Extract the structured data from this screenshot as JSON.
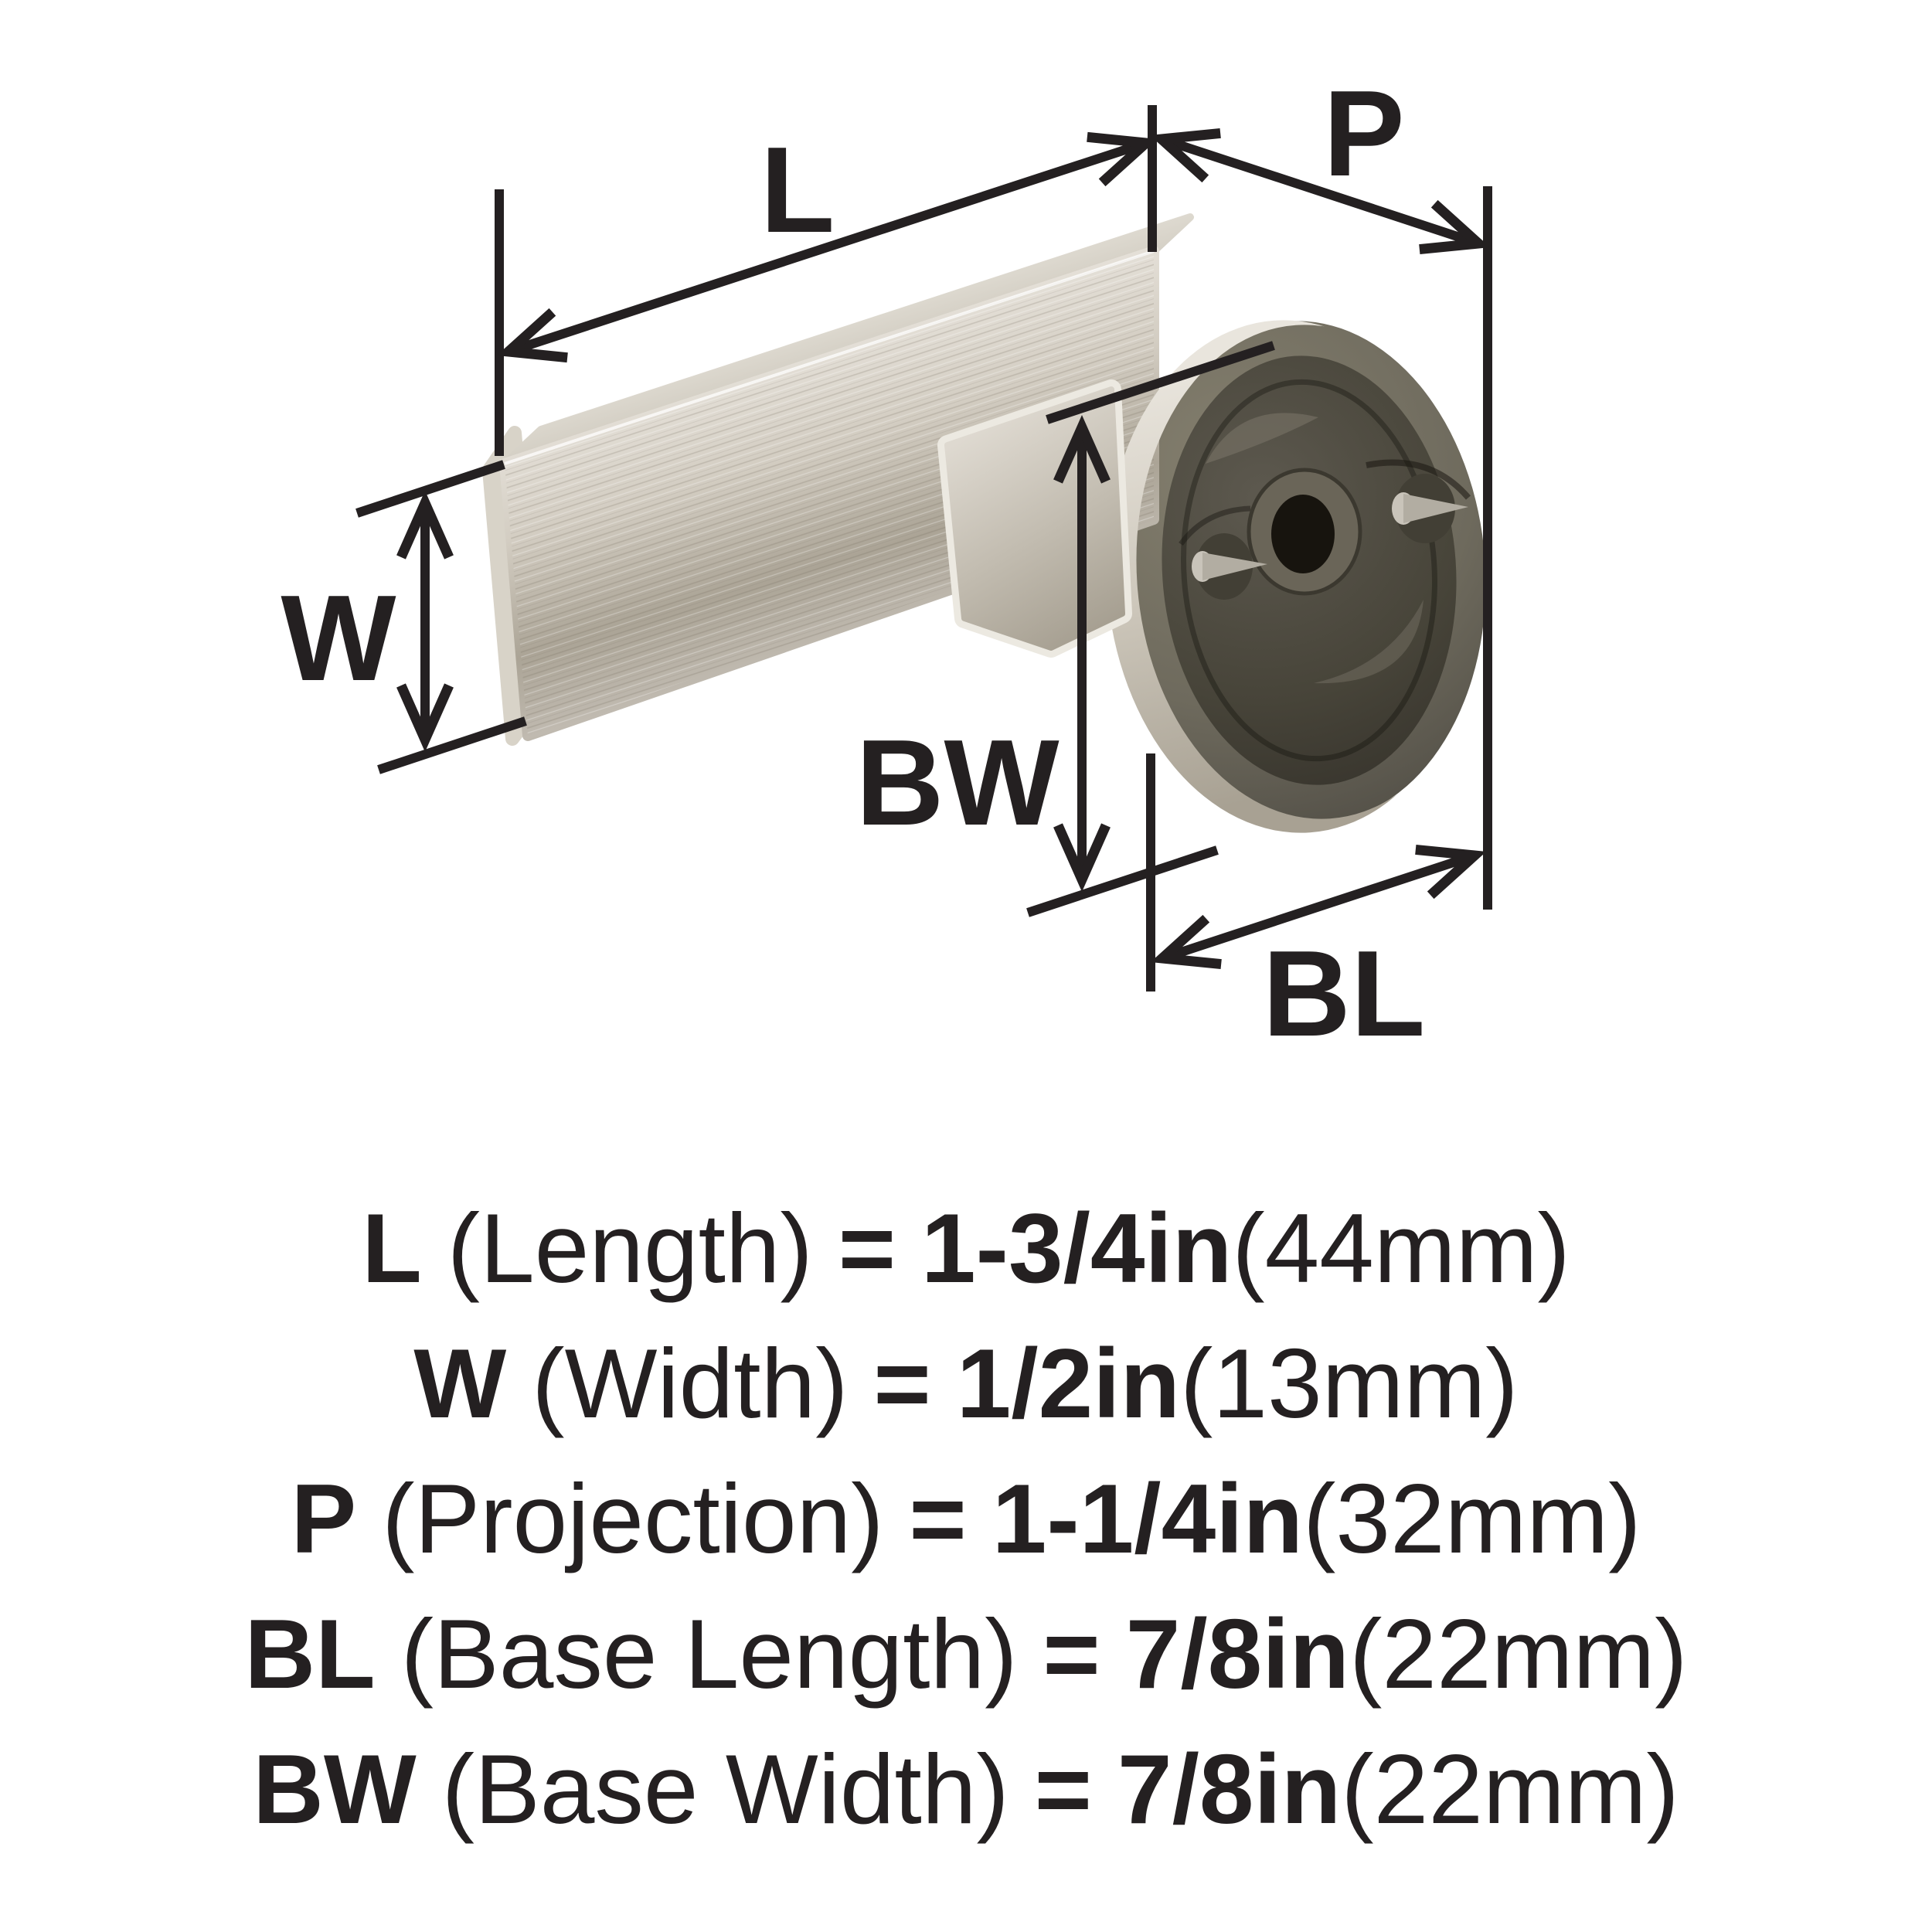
{
  "diagram": {
    "dimension_labels": {
      "length": "L",
      "projection": "P",
      "width": "W",
      "base_width": "BW",
      "base_length": "BL"
    },
    "colors": {
      "line": "#242021",
      "metal_light": "#f2efe9",
      "metal_mid": "#c8c2b6",
      "metal_dark": "#a59e90",
      "base_rim": "#7a756a",
      "base_face_dark": "#36332c",
      "background": "#ffffff"
    }
  },
  "specs": {
    "rows": [
      {
        "abbr": "L",
        "name": "(Length)",
        "eq": "=",
        "value": "1-3/4in",
        "metric": "(44mm)"
      },
      {
        "abbr": "W",
        "name": "(Width)",
        "eq": "=",
        "value": "1/2in",
        "metric": "(13mm)"
      },
      {
        "abbr": "P",
        "name": "(Projection)",
        "eq": "=",
        "value": "1-1/4in",
        "metric": "(32mm)"
      },
      {
        "abbr": "BL",
        "name": "(Base Length)",
        "eq": "=",
        "value": "7/8in",
        "metric": "(22mm)"
      },
      {
        "abbr": "BW",
        "name": "(Base Width)",
        "eq": "=",
        "value": "7/8in",
        "metric": "(22mm)"
      }
    ]
  }
}
